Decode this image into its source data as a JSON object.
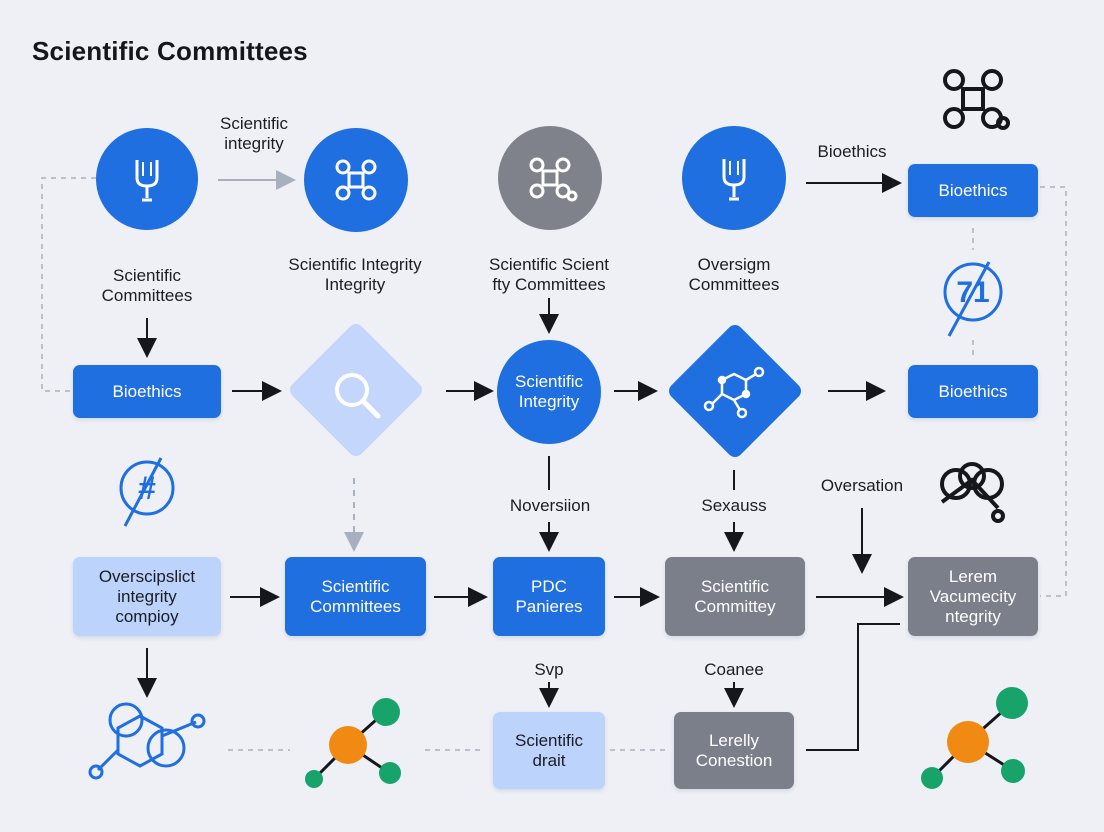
{
  "title": "Scientific Committees",
  "labels": {
    "scientific_integrity_top": "Scientific\nintegrity",
    "bioethics_top": "Bioethics",
    "col1": "Scientific\nCommittees",
    "col2": "Scientific Integrity\nIntegrity",
    "col3": "Scientific Scient\nfty Committees",
    "col4": "Oversigm\nCommittees",
    "noversion": "Noversiion",
    "sexauss": "Sexauss",
    "oversation": "Oversation",
    "svp": "Svp",
    "coanee": "Coanee"
  },
  "nodes": {
    "bioethics_right_top": "Bioethics",
    "bioethics_left": "Bioethics",
    "scientific_integrity_circle": "Scientific\nIntegrity",
    "bioethics_right_mid": "Bioethics",
    "overscipslict": "Overscipslict\nintegrity\ncompioy",
    "scientific_committees": "Scientific\nCommittees",
    "pdc_panieres": "PDC\nPanieres",
    "scientific_committey": "Scientific\nCommittey",
    "lerem": "Lerem\nVacumecity\nntegrity",
    "scientific_drait": "Scientific\ndrait",
    "lerelly_conestion": "Lerelly\nConestion"
  },
  "colors": {
    "blue": "#1f6fe0",
    "light_blue": "#bcd3fb",
    "gray": "#7a7f8a",
    "background": "#eef0f6"
  },
  "icons": [
    "tuning-fork-icon",
    "command-icon",
    "search-icon",
    "molecule-icon",
    "hash-icon",
    "slashed-71-icon",
    "knot-icon"
  ]
}
